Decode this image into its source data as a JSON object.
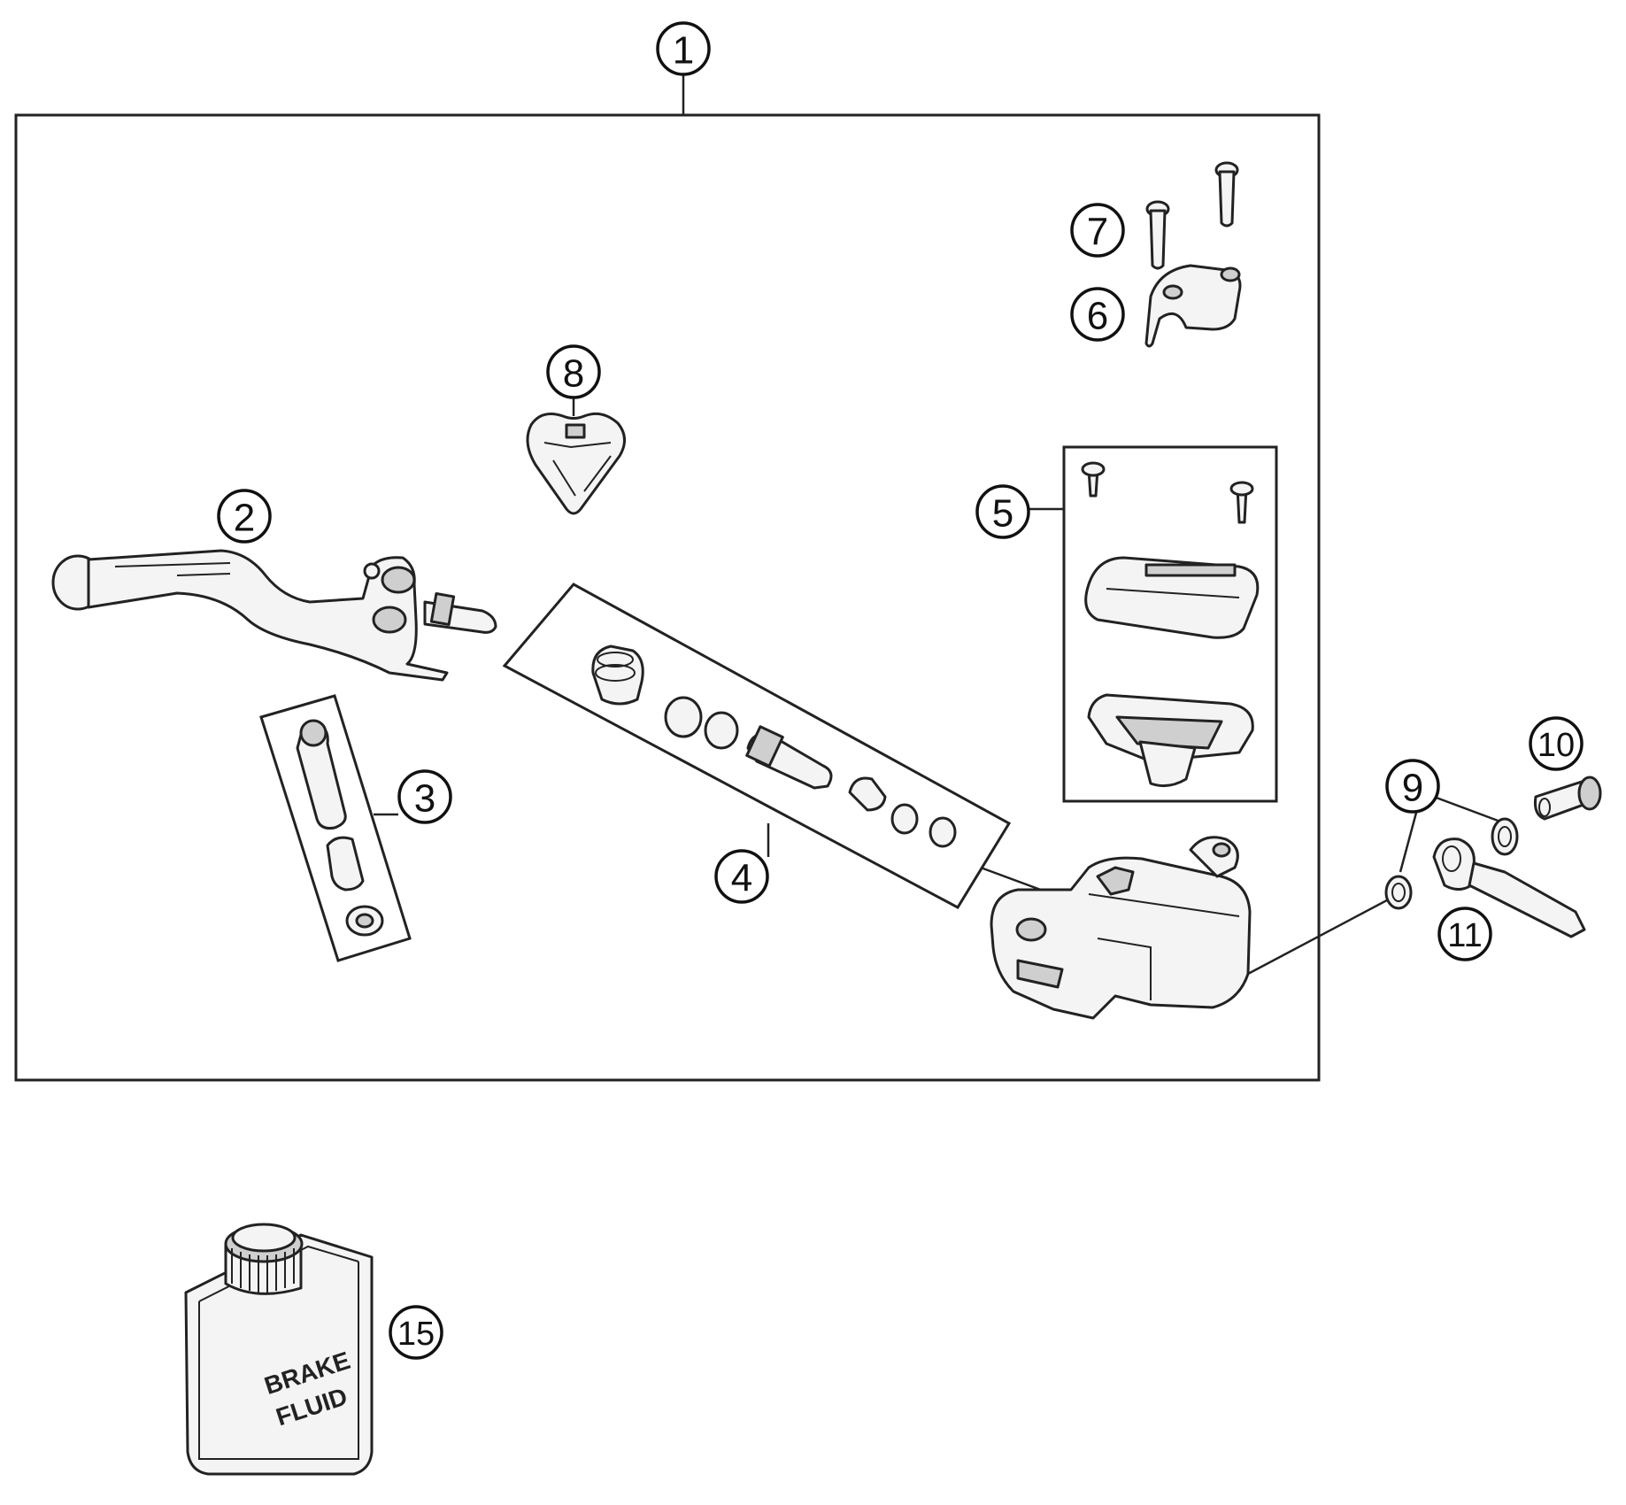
{
  "diagram": {
    "callouts": [
      {
        "id": "1",
        "label": "1"
      },
      {
        "id": "2",
        "label": "2"
      },
      {
        "id": "3",
        "label": "3"
      },
      {
        "id": "4",
        "label": "4"
      },
      {
        "id": "5",
        "label": "5"
      },
      {
        "id": "6",
        "label": "6"
      },
      {
        "id": "7",
        "label": "7"
      },
      {
        "id": "8",
        "label": "8"
      },
      {
        "id": "9",
        "label": "9"
      },
      {
        "id": "10",
        "label": "10"
      },
      {
        "id": "11",
        "label": "11"
      },
      {
        "id": "15",
        "label": "15"
      }
    ],
    "bottle_label_line1": "BRAKE",
    "bottle_label_line2": "FLUID"
  }
}
